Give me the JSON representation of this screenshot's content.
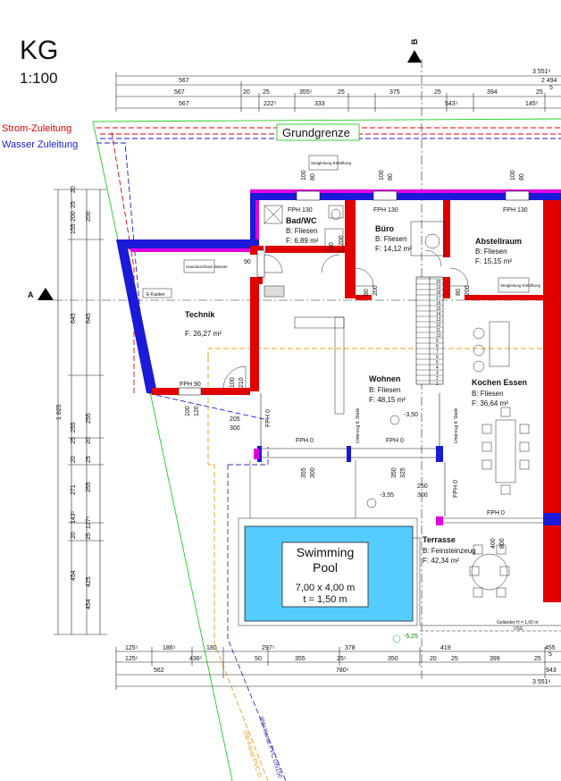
{
  "header": {
    "title": "KG",
    "scale": "1:100"
  },
  "section_markers": {
    "top": "B",
    "left": "A"
  },
  "legend": {
    "power": "Strom-Zuleitung",
    "water": "Wasser Zuleitung",
    "boundary": "Grundgrenze"
  },
  "colors": {
    "wall_red": "#e00000",
    "wall_blue": "#1a1ad8",
    "insulation": "#e000e0",
    "power_line": "#e00000",
    "water_line": "#1a1ad8",
    "boundary": "#22cc22",
    "pool": "#55ccff",
    "sewer": "#e8a020"
  },
  "top_dims": {
    "row1": [
      "3 551⁶"
    ],
    "row2": [
      "567",
      "2 494"
    ],
    "row3": [
      "567",
      "20",
      "25",
      "355⁵",
      "25",
      "375",
      "25",
      "394",
      "25",
      "5"
    ],
    "row4": [
      "567",
      "222⁵",
      "333",
      "543⁵",
      "145⁵"
    ]
  },
  "left_dims": {
    "outer": "1 825",
    "colA": [
      "200",
      "155",
      "25",
      "20",
      "645",
      "255",
      "25",
      "20",
      "271",
      "143⁵",
      "20",
      "454"
    ],
    "colB": [
      "200",
      "645",
      "255",
      "20",
      "255",
      "127⁵",
      "25",
      "25",
      "425",
      "454"
    ]
  },
  "rooms": {
    "technik": {
      "name": "Technik",
      "floor": "F: 26,27 m²"
    },
    "bad": {
      "name": "Bad/WC",
      "material": "B: Fliesen",
      "floor": "F: 6,89 m²"
    },
    "buero": {
      "name": "Büro",
      "material": "B: Fliesen",
      "floor": "F: 14,12 m²"
    },
    "abstell": {
      "name": "Abstellraum",
      "material": "B: Fliesen",
      "floor": "F:      15,15 m²"
    },
    "wohnen": {
      "name": "Wohnen",
      "material": "B: Fliesen",
      "floor": "F: 48,15 m²"
    },
    "kochen": {
      "name": "Kochen Essen",
      "material": "B: Fliesen",
      "floor": "F:         36,64 m²"
    },
    "terrasse": {
      "name": "Terrasse",
      "material": "B: Feinsteinzeug",
      "floor": "F:      42,34 m²"
    }
  },
  "pool": {
    "line1": "Swimming",
    "line2": "Pool",
    "size": "7,00 x 4,00 m",
    "depth": "t = 1,50 m"
  },
  "labels": {
    "fph130a": "FPH 130",
    "fph130b": "FPH 130",
    "fph130c": "FPH 130",
    "fph90": "FPH 90",
    "fph0a": "FPH 0",
    "fph0b": "FPH 0",
    "fph0c": "FPH 0",
    "fph0d": "FPH 0",
    "fph0e": "FPH 0",
    "hausanschluss": "Hausanschluss Wasser",
    "ekasten": "E-Kasten",
    "steig1": "Steigleitung Entlüftung",
    "steig2": "Steigleitung Entlüftung",
    "unterzug1": "Unterzug lt. Statik",
    "unterzug2": "Unterzug lt. Statik",
    "level1": "-3,50",
    "level2": "-3,55",
    "level3": "-5,25",
    "gelaender": "Geländer H = 1,00 m",
    "vsg": "VSG",
    "rw": "RW-Kanal PVC DN150",
    "sw": "SW-Kanal PVC D"
  },
  "opening_dims": {
    "o1": "100",
    "o2": "80",
    "o3": "100",
    "o4": "80",
    "o5": "100",
    "o6": "80",
    "o7": "90",
    "o8": "200",
    "o9": "80",
    "o10": "200",
    "o11": "80",
    "o12": "200",
    "o13": "100",
    "o14": "210",
    "o15": "100",
    "o16": "120",
    "o17": "205",
    "o18": "300",
    "o19": "355",
    "o20": "300",
    "o21": "350",
    "o22": "325",
    "o23": "250",
    "o24": "300",
    "o25": "400",
    "o26": "800",
    "o27": "90"
  },
  "stairs": [
    "20",
    "19",
    "18",
    "17",
    "16",
    "15",
    "14",
    "13",
    "12",
    "11",
    "10",
    "9",
    "8",
    "7",
    "6",
    "5",
    "4",
    "3",
    "2",
    "1"
  ],
  "bottom_dims": {
    "row1": [
      "125⁵",
      "186⁵",
      "180",
      "297⁵",
      "378",
      "419",
      "455"
    ],
    "row2": [
      "125⁵",
      "436⁵",
      "50",
      "355",
      "25⁵",
      "350",
      "20",
      "25",
      "399",
      "25",
      "5"
    ],
    "row3": [
      "562",
      "780⁵",
      "943"
    ],
    "row4": [
      "3 551⁶"
    ]
  }
}
